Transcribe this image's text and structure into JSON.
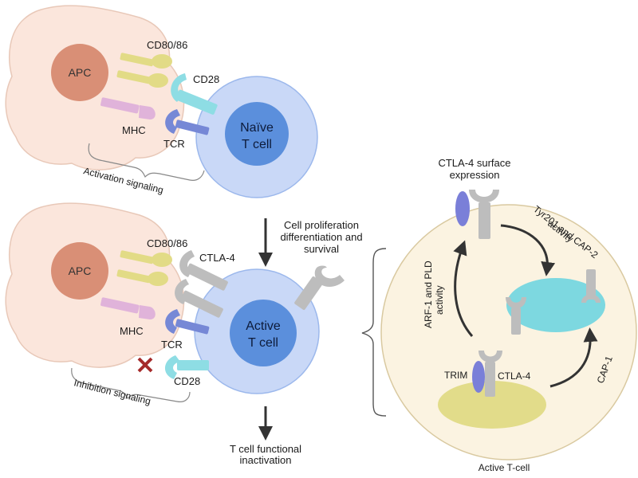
{
  "colors": {
    "apc_body": "#fbe6dc",
    "apc_outline": "#e8c8b8",
    "apc_nucleus": "#d98f76",
    "tcell_body": "#c9d8f7",
    "tcell_outline": "#9cb8ec",
    "tcell_nucleus": "#5b8fdc",
    "active_cell_bg": "#fbf3e1",
    "active_cell_outline": "#d9c9a0",
    "cytoplasm_region": "#7dd8e0",
    "trim_region": "#e2dc8a",
    "cd80": "#e2db86",
    "cd28": "#8edde4",
    "mhc": "#e0b3da",
    "tcr": "#7688d6",
    "ctla4": "#bdbdbd",
    "trim": "#7a7fd8",
    "inhibit_x": "#a52a2a",
    "arrow": "#333333"
  },
  "top_panel": {
    "apc_label": "APC",
    "tcell_label_line1": "Naïve",
    "tcell_label_line2": "T cell",
    "cd80_label": "CD80/86",
    "cd28_label": "CD28",
    "mhc_label": "MHC",
    "tcr_label": "TCR",
    "brace_label": "Activation signaling"
  },
  "middle_caption": {
    "line1": "Cell proliferation",
    "line2": "differentiation and",
    "line3": "survival"
  },
  "bottom_panel": {
    "apc_label": "APC",
    "tcell_label_line1": "Active",
    "tcell_label_line2": "T cell",
    "cd80_label": "CD80/86",
    "ctla4_label": "CTLA-4",
    "mhc_label": "MHC",
    "tcr_label": "TCR",
    "cd28_label": "CD28",
    "brace_label": "Inhibition signaling",
    "outcome_line1": "T cell functional",
    "outcome_line2": "inactivation"
  },
  "right_panel": {
    "surface_line1": "CTLA-4 surface",
    "surface_line2": "expression",
    "tyr_line1": "Tyr201 and CAP-2",
    "tyr_line2": "activity",
    "arf_line1": "ARF-1 and PLD",
    "arf_line2": "activity",
    "cap1_label": "CAP-1",
    "trim_label": "TRIM",
    "ctla4_label": "CTLA-4",
    "caption": "Active T-cell"
  }
}
